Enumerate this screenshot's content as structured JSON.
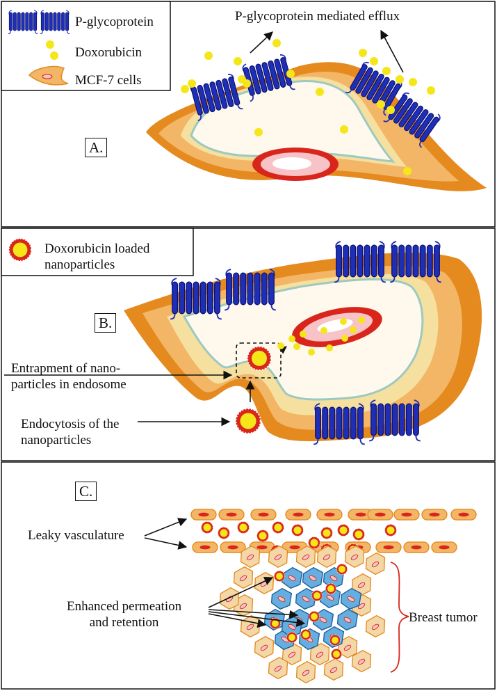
{
  "panel_a": {
    "tag": "A.",
    "legend": {
      "pgp": "P-glycoprotein",
      "dox": "Doxorubicin",
      "cell": "MCF-7 cells"
    },
    "efflux_label": "P-glycoprotein mediated efflux"
  },
  "panel_b": {
    "tag": "B.",
    "legend_np": "Doxorubicin loaded\nnanoparticles",
    "entrapment_label": "Entrapment of nano-\nparticles in endosome",
    "endocytosis_label": "Endocytosis of the\nnanoparticles"
  },
  "panel_c": {
    "tag": "C.",
    "leaky_label": "Leaky vasculature",
    "epr_label": "Enhanced permeation\nand retention",
    "tumor_label": "Breast tumor"
  },
  "colors": {
    "pgp": "#1f2fb5",
    "dox": "#f5e61a",
    "membrane_outer": "#e58a1f",
    "membrane_mid": "#f2b666",
    "cytoplasm": "#fff8ec",
    "nucleus": "#e0303a",
    "np_ring": "#d9261c",
    "tumor_blue": "#66aee0",
    "tumor_tan": "#f3d7a7"
  }
}
